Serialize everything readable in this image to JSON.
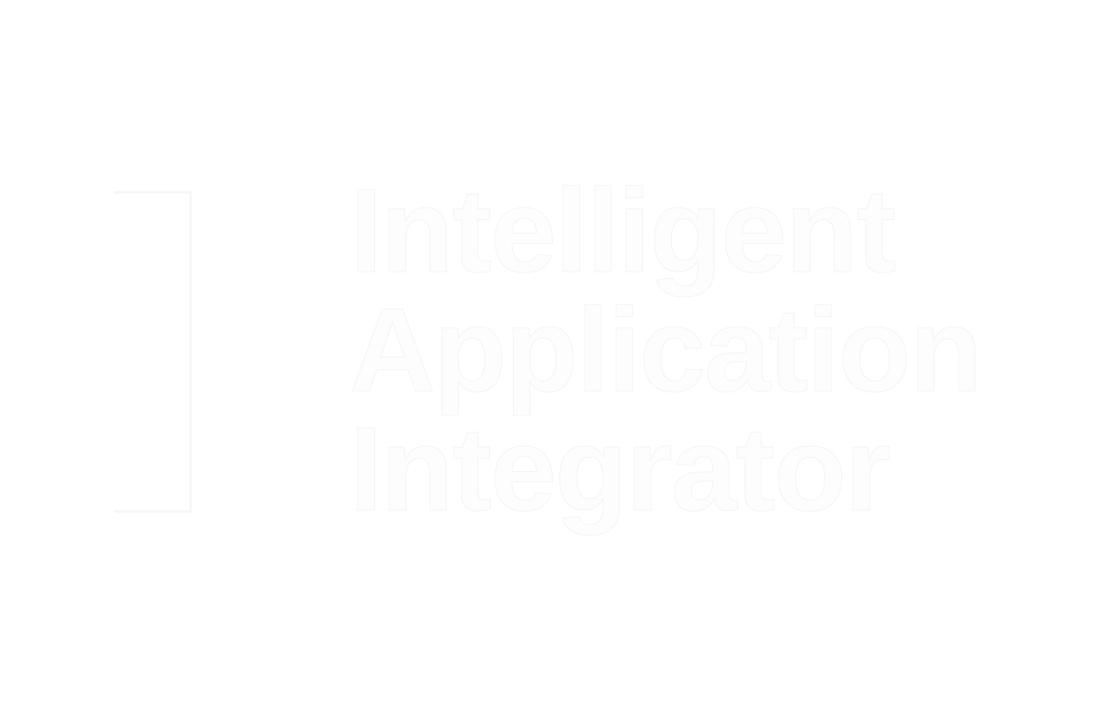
{
  "logo": {
    "lines": [
      "Intelligent",
      "Application",
      "Integrator"
    ],
    "text_color": "#fdfdfd",
    "outline_color": "#f3f3f3",
    "mark_color": "#f5f5f5"
  }
}
